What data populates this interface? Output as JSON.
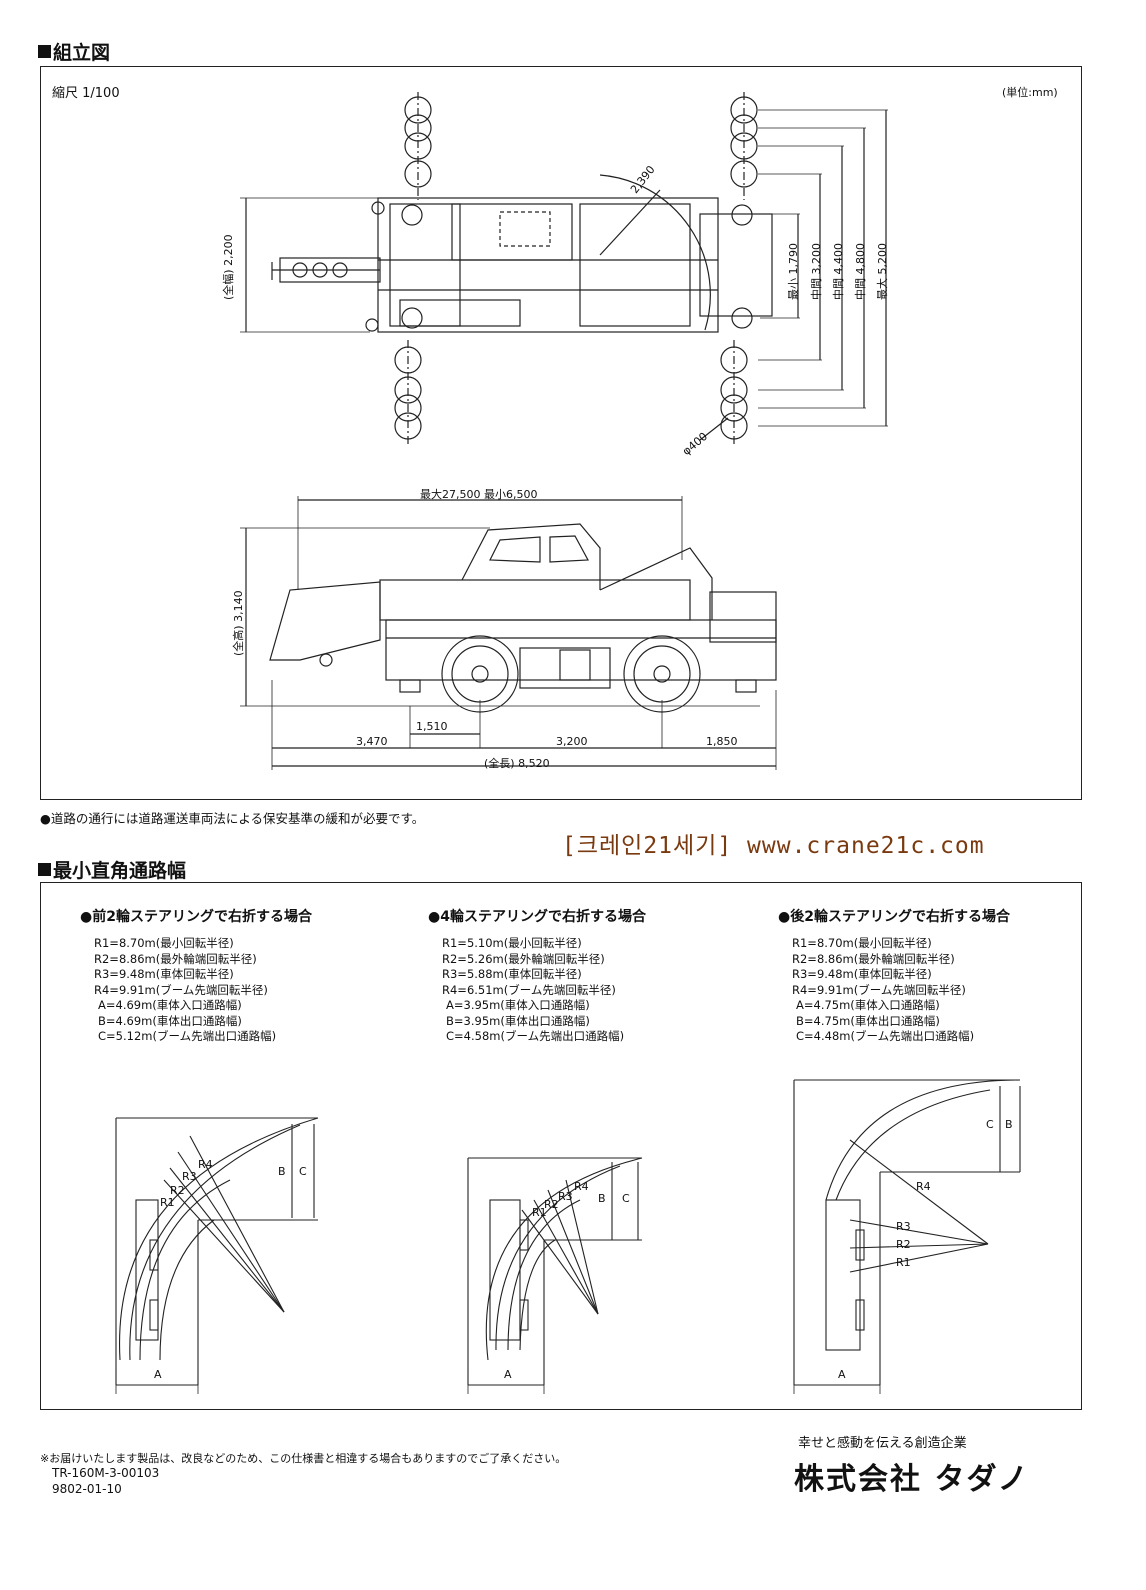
{
  "assembly": {
    "title": "組立図",
    "scale": "縮尺 1/100",
    "unit": "(単位:mm)",
    "top_view": {
      "width_label": "(全幅) 2,200",
      "radius_label": "2,390",
      "tire_label": "φ400",
      "outrigger": [
        "最小 1,790",
        "中間 3,200",
        "中間 4,400",
        "中間 4,800",
        "最大 5,200"
      ]
    },
    "side_view": {
      "boom_label": "最大27,500 最小6,500",
      "height_label": "(全高) 3,140",
      "dim_1510": "1,510",
      "dim_3470": "3,470",
      "dim_3200": "3,200",
      "dim_1850": "1,850",
      "length_label": "(全長) 8,520"
    },
    "note": "●道路の通行には道路運送車両法による保安基準の緩和が必要です。"
  },
  "watermark": "[크레인21세기] www.crane21c.com",
  "turning": {
    "title": "最小直角通路幅",
    "cases": [
      {
        "title": "●前2輪ステアリングで右折する場合",
        "params": [
          "R1=8.70m(最小回転半径)",
          "R2=8.86m(最外輪端回転半径)",
          "R3=9.48m(車体回転半径)",
          "R4=9.91m(ブーム先端回転半径)",
          "A=4.69m(車体入口通路幅)",
          "B=4.69m(車体出口通路幅)",
          "C=5.12m(ブーム先端出口通路幅)"
        ]
      },
      {
        "title": "●4輪ステアリングで右折する場合",
        "params": [
          "R1=5.10m(最小回転半径)",
          "R2=5.26m(最外輪端回転半径)",
          "R3=5.88m(車体回転半径)",
          "R4=6.51m(ブーム先端回転半径)",
          "A=3.95m(車体入口通路幅)",
          "B=3.95m(車体出口通路幅)",
          "C=4.58m(ブーム先端出口通路幅)"
        ]
      },
      {
        "title": "●後2輪ステアリングで右折する場合",
        "params": [
          "R1=8.70m(最小回転半径)",
          "R2=8.86m(最外輪端回転半径)",
          "R3=9.48m(車体回転半径)",
          "R4=9.91m(ブーム先端回転半径)",
          "A=4.75m(車体入口通路幅)",
          "B=4.75m(車体出口通路幅)",
          "C=4.48m(ブーム先端出口通路幅)"
        ]
      }
    ],
    "diagram_labels": {
      "a": "A",
      "b": "B",
      "c": "C",
      "r1": "R1",
      "r2": "R2",
      "r3": "R3",
      "r4": "R4"
    }
  },
  "footer": {
    "disclaimer": "※お届けいたします製品は、改良などのため、この仕様書と相違する場合もありますのでご了承ください。",
    "code1": "TR-160M-3-00103",
    "code2": "9802-01-10",
    "slogan": "幸せと感動を伝える創造企業",
    "company": "株式会社 タダノ"
  }
}
